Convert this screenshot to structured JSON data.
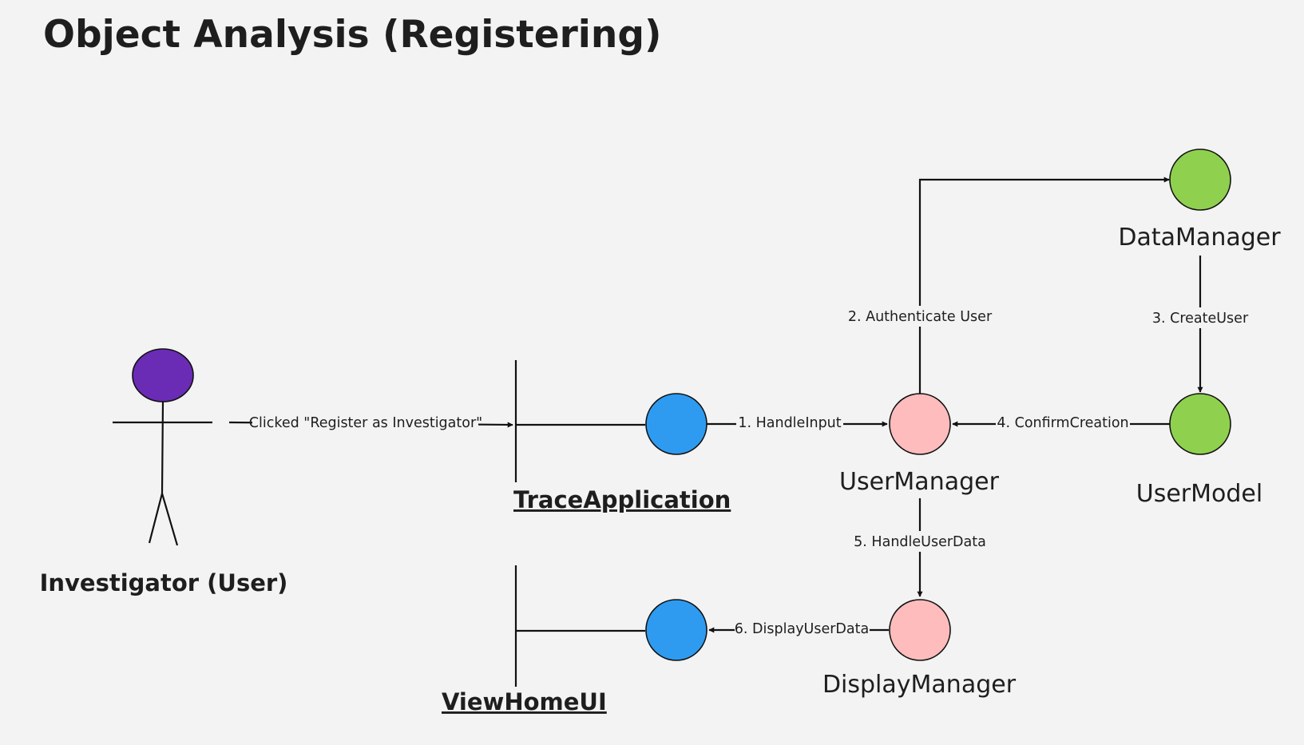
{
  "title": "Object Analysis (Registering)",
  "actor": {
    "label": "Investigator (User)",
    "color": "#6a2bb5"
  },
  "boundaries": {
    "trace_application": {
      "label": "TraceApplication",
      "color": "#2e9bf0"
    },
    "view_home_ui": {
      "label": "ViewHomeUI",
      "color": "#2e9bf0"
    }
  },
  "controls": {
    "user_manager": {
      "label": "UserManager",
      "color": "#ffbcbc"
    },
    "display_manager": {
      "label": "DisplayManager",
      "color": "#ffbcbc"
    }
  },
  "entities": {
    "data_manager": {
      "label": "DataManager",
      "color": "#8fd14f"
    },
    "user_model": {
      "label": "UserModel",
      "color": "#8fd14f"
    }
  },
  "messages": {
    "clicked": "Clicked \"Register as Investigator\"",
    "m1": "1. HandleInput",
    "m2": "2. Authenticate User",
    "m3": "3. CreateUser",
    "m4": "4. ConfirmCreation",
    "m5": "5. HandleUserData",
    "m6": "6. DisplayUserData"
  }
}
